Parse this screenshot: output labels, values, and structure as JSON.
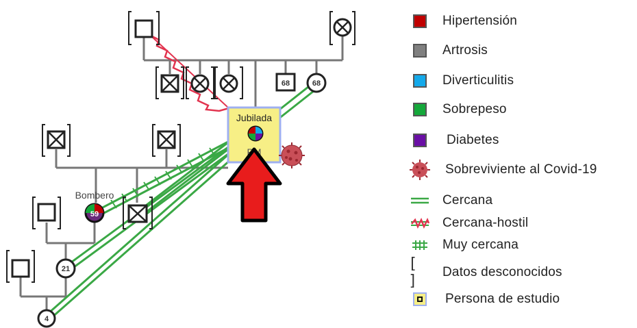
{
  "diagram": {
    "labels": {
      "study_occupation": "Jubilada",
      "study_initials": "PM",
      "firefighter": "Bombero",
      "age_uncle": "68",
      "age_aunt": "68",
      "age_firefighter": "59",
      "age_child": "21",
      "age_grandchild": "4"
    }
  },
  "legend": {
    "items": [
      {
        "label": "Hipertensión",
        "color": "#c00000"
      },
      {
        "label": "Artrosis",
        "color": "#808080"
      },
      {
        "label": "Diverticulitis",
        "color": "#14a9ea"
      },
      {
        "label": "Sobrepeso",
        "color": "#14a83a"
      },
      {
        "label": "Diabetes",
        "color": "#6a0fa5"
      },
      {
        "label": "Sobreviviente al Covid-19",
        "icon": "virus-icon"
      },
      {
        "label": "Cercana",
        "icon": "close-relationship-icon",
        "color": "#3aa845"
      },
      {
        "label": "Cercana-hostil",
        "icon": "close-hostile-relationship-icon",
        "color": "#e2344f"
      },
      {
        "label": "Muy cercana",
        "icon": "very-close-relationship-icon",
        "color": "#3aa845"
      },
      {
        "label": "Datos desconocidos",
        "icon": "bracket-icon"
      },
      {
        "label": "Persona de estudio",
        "icon": "study-person-icon"
      }
    ]
  }
}
